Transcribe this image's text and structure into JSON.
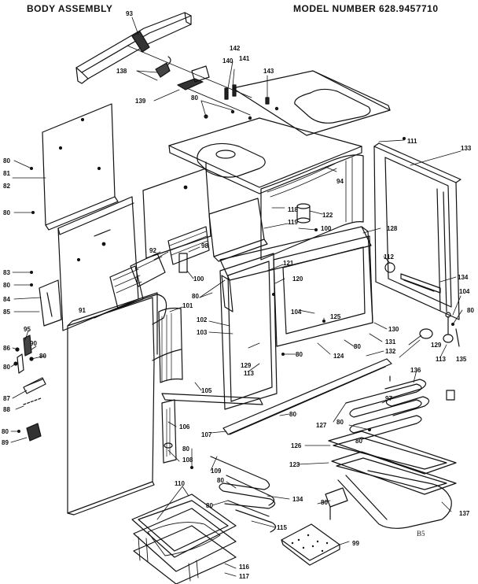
{
  "header": {
    "title": "BODY ASSEMBLY",
    "model_number": "MODEL NUMBER 628.9457710"
  },
  "page_mark": "B5",
  "callouts": [
    {
      "id": "c93",
      "label": "93"
    },
    {
      "id": "c142",
      "label": "142"
    },
    {
      "id": "c140",
      "label": "140"
    },
    {
      "id": "c141",
      "label": "141"
    },
    {
      "id": "c143",
      "label": "143"
    },
    {
      "id": "c138",
      "label": "138"
    },
    {
      "id": "c139",
      "label": "139"
    },
    {
      "id": "c80a",
      "label": "80"
    },
    {
      "id": "c111",
      "label": "111"
    },
    {
      "id": "c133",
      "label": "133"
    },
    {
      "id": "c80b",
      "label": "80"
    },
    {
      "id": "c81",
      "label": "81"
    },
    {
      "id": "c82",
      "label": "82"
    },
    {
      "id": "c80c",
      "label": "80"
    },
    {
      "id": "c94",
      "label": "94"
    },
    {
      "id": "c118",
      "label": "118"
    },
    {
      "id": "c122",
      "label": "122"
    },
    {
      "id": "c100a",
      "label": "100"
    },
    {
      "id": "c119",
      "label": "119"
    },
    {
      "id": "c128",
      "label": "128"
    },
    {
      "id": "c92",
      "label": "92"
    },
    {
      "id": "c98",
      "label": "98"
    },
    {
      "id": "c121",
      "label": "121"
    },
    {
      "id": "c112",
      "label": "112"
    },
    {
      "id": "c83",
      "label": "83"
    },
    {
      "id": "c80d",
      "label": "80"
    },
    {
      "id": "c84",
      "label": "84"
    },
    {
      "id": "c85",
      "label": "85"
    },
    {
      "id": "c100b",
      "label": "100"
    },
    {
      "id": "c120",
      "label": "120"
    },
    {
      "id": "c134a",
      "label": "134"
    },
    {
      "id": "c80e",
      "label": "80"
    },
    {
      "id": "c101",
      "label": "101"
    },
    {
      "id": "c104a",
      "label": "104"
    },
    {
      "id": "c91",
      "label": "91"
    },
    {
      "id": "c104b",
      "label": "104"
    },
    {
      "id": "c80f",
      "label": "80"
    },
    {
      "id": "c125",
      "label": "125"
    },
    {
      "id": "c102",
      "label": "102"
    },
    {
      "id": "c103",
      "label": "103"
    },
    {
      "id": "c130",
      "label": "130"
    },
    {
      "id": "c95",
      "label": "95"
    },
    {
      "id": "c90",
      "label": "90"
    },
    {
      "id": "c86",
      "label": "86"
    },
    {
      "id": "c80g",
      "label": "80"
    },
    {
      "id": "c131",
      "label": "131"
    },
    {
      "id": "c129a",
      "label": "129"
    },
    {
      "id": "c80h",
      "label": "80"
    },
    {
      "id": "c80i",
      "label": "80"
    },
    {
      "id": "c124",
      "label": "124"
    },
    {
      "id": "c132",
      "label": "132"
    },
    {
      "id": "c113a",
      "label": "113"
    },
    {
      "id": "c135",
      "label": "135"
    },
    {
      "id": "c129b",
      "label": "129"
    },
    {
      "id": "c113b",
      "label": "113"
    },
    {
      "id": "c80j",
      "label": "80"
    },
    {
      "id": "c80k",
      "label": "80"
    },
    {
      "id": "c136",
      "label": "136"
    },
    {
      "id": "c105",
      "label": "105"
    },
    {
      "id": "c87",
      "label": "87"
    },
    {
      "id": "c97",
      "label": "97"
    },
    {
      "id": "c88",
      "label": "88"
    },
    {
      "id": "c80l",
      "label": "80"
    },
    {
      "id": "c106",
      "label": "106"
    },
    {
      "id": "c127",
      "label": "127"
    },
    {
      "id": "c80m",
      "label": "80"
    },
    {
      "id": "c107",
      "label": "107"
    },
    {
      "id": "c80n",
      "label": "80"
    },
    {
      "id": "c89",
      "label": "89"
    },
    {
      "id": "c80o",
      "label": "80"
    },
    {
      "id": "c126",
      "label": "126"
    },
    {
      "id": "c108",
      "label": "108"
    },
    {
      "id": "c123",
      "label": "123"
    },
    {
      "id": "c109",
      "label": "109"
    },
    {
      "id": "c80p",
      "label": "80"
    },
    {
      "id": "c110",
      "label": "110"
    },
    {
      "id": "c80q",
      "label": "80"
    },
    {
      "id": "c134b",
      "label": "134"
    },
    {
      "id": "c80r",
      "label": "80"
    },
    {
      "id": "c137",
      "label": "137"
    },
    {
      "id": "c115",
      "label": "115"
    },
    {
      "id": "c99",
      "label": "99"
    },
    {
      "id": "c116",
      "label": "116"
    },
    {
      "id": "c117",
      "label": "117"
    }
  ]
}
